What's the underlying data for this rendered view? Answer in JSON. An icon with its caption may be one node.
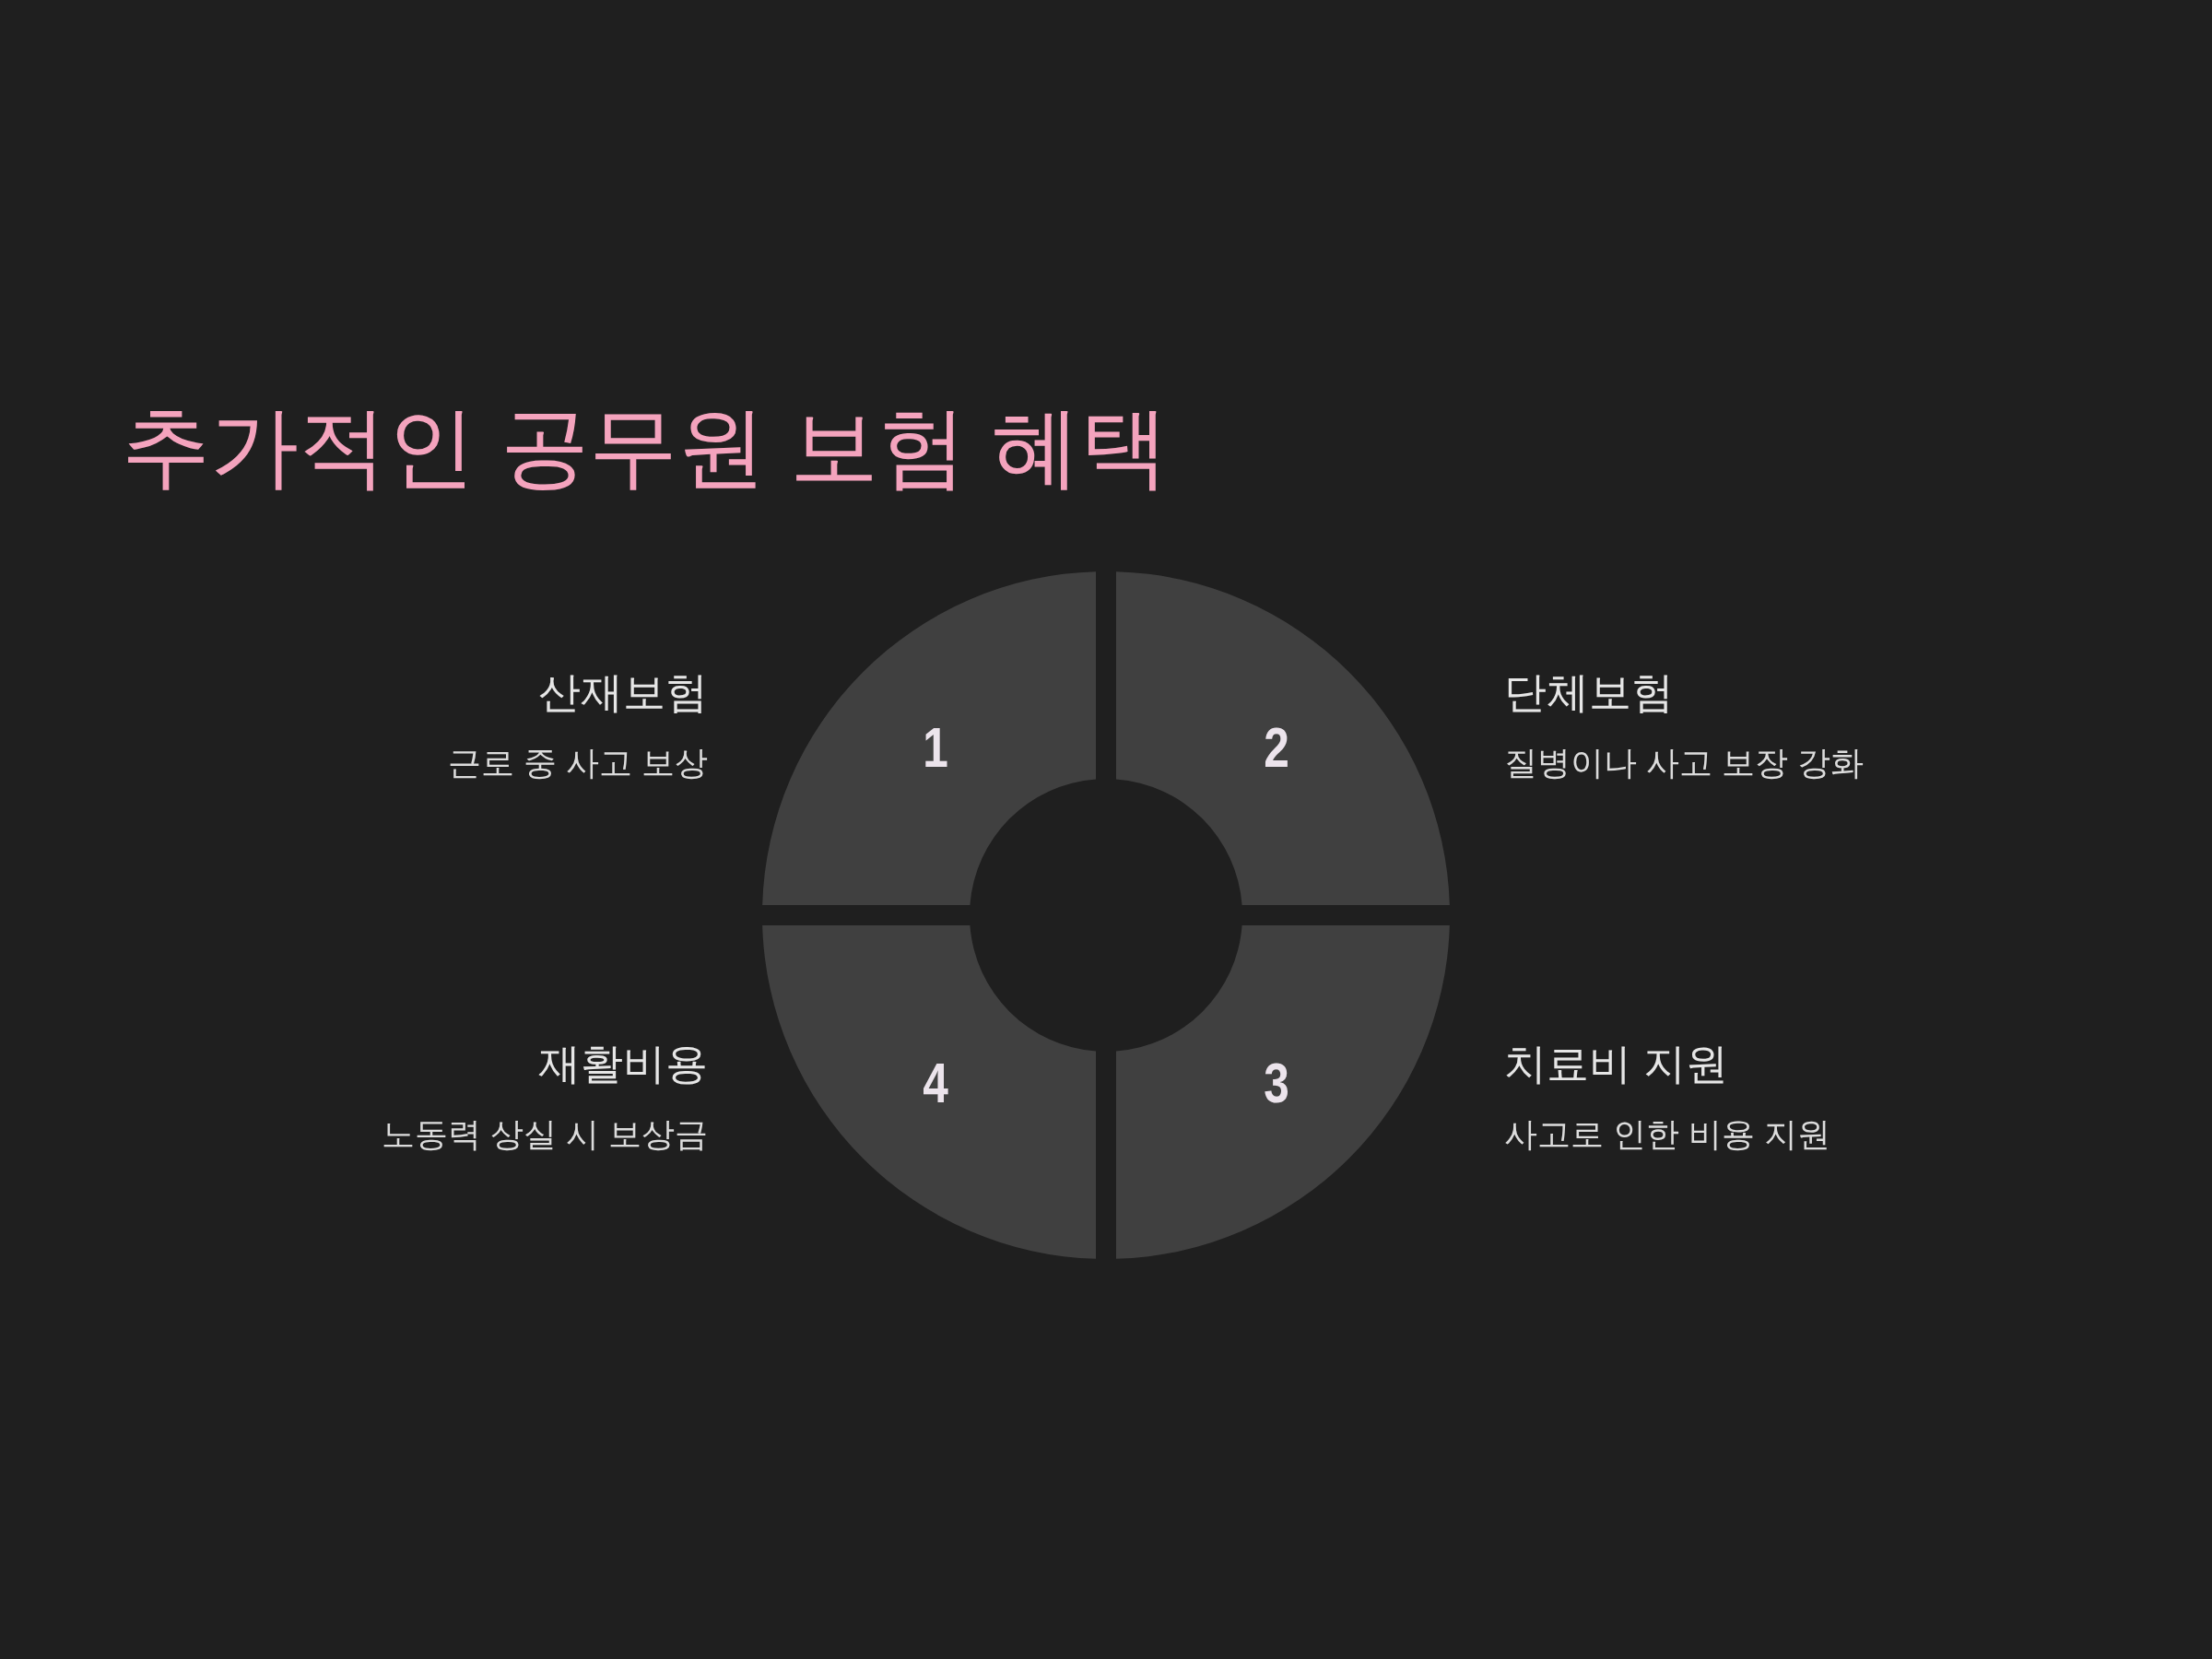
{
  "diagram": {
    "title": "추가적인 공무원 보험 혜택",
    "nodes": [
      {
        "text": [
          "1"
        ],
        "beside": [
          "산재보험",
          "근로 중 사고 보상"
        ]
      },
      {
        "text": [
          "2"
        ],
        "beside": [
          "단체보험",
          "질병이나 사고 보장 강화"
        ]
      },
      {
        "text": [
          "3"
        ],
        "beside": [
          "치료비 지원",
          "사고로 인한 비용 지원"
        ]
      },
      {
        "text": [
          "4"
        ],
        "beside": [
          "재활비용",
          "노동력 상실 시 보상금"
        ]
      }
    ]
  }
}
